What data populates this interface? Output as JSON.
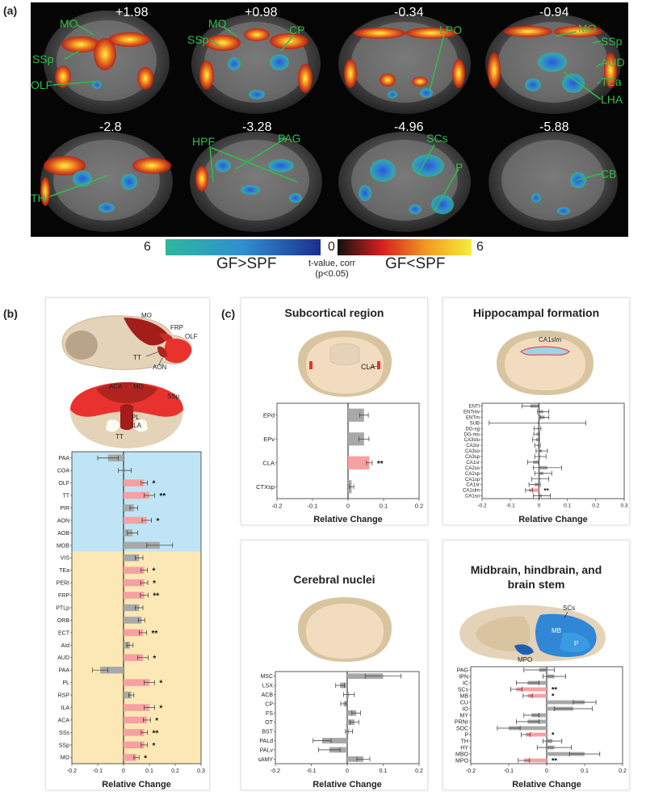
{
  "panel_labels": {
    "a": "(a)",
    "b": "(b)",
    "c": "(c)"
  },
  "mri": {
    "rows": [
      [
        {
          "coord": "+1.98",
          "labels": [
            "MO",
            "SSp",
            "OLF"
          ]
        },
        {
          "coord": "+0.98",
          "labels": [
            "SSp",
            "MO",
            "CP"
          ]
        },
        {
          "coord": "-0.34",
          "labels": [
            "LPO"
          ]
        },
        {
          "coord": "-0.94",
          "labels": [
            "MO",
            "SSp",
            "AUD",
            "TEa",
            "LHA"
          ]
        }
      ],
      [
        {
          "coord": "-2.8",
          "labels": [
            "TH"
          ]
        },
        {
          "coord": "-3.28",
          "labels": [
            "HPF",
            "PAG"
          ]
        },
        {
          "coord": "-4.96",
          "labels": [
            "SCs",
            "P"
          ]
        },
        {
          "coord": "-5.88",
          "labels": [
            "CB"
          ]
        }
      ]
    ],
    "colorbar": {
      "left_max": "6",
      "center": "0",
      "right_max": "6",
      "left_label": "GF>SPF",
      "right_label": "GF<SPF",
      "caption_line1": "t-value, corr",
      "caption_line2": "(p<0.05)",
      "colors": {
        "cool_start": "#2bb8a0",
        "cool_end": "#1b2f8f",
        "warm_start": "#111111",
        "warm_mid": "#d81f1f",
        "warm_end": "#f5ee3a"
      }
    }
  },
  "colors": {
    "significant_bar": "#f6a0a2",
    "neutral_bar": "#a8a8a8",
    "olfactory_bg": "#bfe4f5",
    "cortical_bg": "#fbe8b5",
    "highlight_region": "#e8322e"
  },
  "panel_b": {
    "sagittal_labels": [
      "MO",
      "FRP",
      "OLF",
      "TT",
      "AON"
    ],
    "coronal_labels": [
      "ACA",
      "MO",
      "SSp",
      "PL",
      "ILA",
      "TT"
    ],
    "xlabel": "Relative Change"
  },
  "panel_c": {
    "titles": {
      "subcortical": "Subcortical region",
      "hippocampal": "Hippocampal formation",
      "cerebral": "Cerebral nuclei",
      "midbrain_line1": "Midbrain, hindbrain, and",
      "midbrain_line2": "brain stem"
    },
    "subcortical_label": "CLA",
    "hippocampal_label": "CA1slm",
    "midbrain_labels": [
      "SCs",
      "MB",
      "P",
      "MPO"
    ],
    "xlabel": "Relative Change"
  },
  "chart_data": [
    {
      "id": "b",
      "type": "bar",
      "orientation": "horizontal",
      "xlim": [
        -0.2,
        0.3
      ],
      "xticks": [
        "-0.2",
        "-0.1",
        "0",
        "0.1",
        "0.2",
        "0.3"
      ],
      "xlabel": "Relative Change",
      "categories": [
        "PAA",
        "COA",
        "OLF",
        "TT",
        "PIR",
        "AON",
        "AOB",
        "MOB",
        "VIS",
        "TEa",
        "PERI",
        "FRP",
        "PTLp",
        "ORB",
        "ECT",
        "AId",
        "AUD",
        "PAA",
        "PL",
        "RSP",
        "ILA",
        "ACA",
        "SSs",
        "SSp",
        "MO"
      ],
      "values": [
        -0.06,
        0.005,
        0.08,
        0.1,
        0.04,
        0.09,
        0.035,
        0.14,
        0.06,
        0.08,
        0.08,
        0.08,
        0.06,
        0.07,
        0.075,
        0.025,
        0.075,
        -0.09,
        0.1,
        0.03,
        0.1,
        0.09,
        0.08,
        0.08,
        0.05
      ],
      "errors": [
        0.04,
        0.025,
        0.012,
        0.02,
        0.015,
        0.018,
        0.02,
        0.05,
        0.015,
        0.012,
        0.014,
        0.015,
        0.015,
        0.012,
        0.014,
        0.012,
        0.02,
        0.03,
        0.02,
        0.01,
        0.02,
        0.014,
        0.012,
        0.012,
        0.01
      ],
      "significance": [
        "",
        "",
        "*",
        "**",
        "",
        "*",
        "",
        "",
        "",
        "*",
        "*",
        "**",
        "",
        "",
        "**",
        "",
        "*",
        "",
        "*",
        "",
        "*",
        "*",
        "**",
        "*",
        "*"
      ],
      "highlighted": [
        false,
        false,
        true,
        true,
        false,
        true,
        false,
        false,
        false,
        true,
        true,
        true,
        false,
        false,
        true,
        false,
        true,
        false,
        true,
        false,
        true,
        true,
        true,
        true,
        true
      ]
    },
    {
      "id": "c-subcortical",
      "type": "bar",
      "orientation": "horizontal",
      "xlim": [
        -0.2,
        0.2
      ],
      "xticks": [
        "-0.2",
        "-0.1",
        "0",
        "0.1",
        "0.2"
      ],
      "xlabel": "Relative Change",
      "categories": [
        "EPd",
        "EPv",
        "CLA",
        "CTXsp"
      ],
      "values": [
        0.045,
        0.045,
        0.06,
        0.01
      ],
      "errors": [
        0.012,
        0.014,
        0.008,
        0.006
      ],
      "significance": [
        "",
        "",
        "**",
        ""
      ],
      "highlighted": [
        false,
        false,
        true,
        false
      ]
    },
    {
      "id": "c-hippocampal",
      "type": "bar",
      "orientation": "horizontal",
      "xlim": [
        -0.2,
        0.3
      ],
      "xticks": [
        "-0.2",
        "-0.1",
        "0",
        "0.1",
        "0.2",
        "0.3"
      ],
      "xlabel": "Relative Change",
      "categories": [
        "ENTl",
        "ENTmv",
        "ENTm",
        "SUB",
        "DG-sg",
        "DG-mo",
        "CA3slu",
        "CA3sr",
        "CA3so",
        "CA3sp",
        "CA1sr",
        "CA2so",
        "CA2sp",
        "CA1sp",
        "CA1sr",
        "CA1slm",
        "CA1so"
      ],
      "values": [
        -0.03,
        0.015,
        0.02,
        -0.005,
        -0.005,
        -0.008,
        -0.01,
        -0.005,
        0.01,
        0.005,
        -0.02,
        0.03,
        0.015,
        0.005,
        -0.015,
        -0.035,
        0.01
      ],
      "errors": [
        0.03,
        0.02,
        0.015,
        0.17,
        0.012,
        0.01,
        0.012,
        0.01,
        0.02,
        0.02,
        0.02,
        0.05,
        0.03,
        0.03,
        0.02,
        0.012,
        0.03
      ],
      "significance": [
        "",
        "",
        "",
        "",
        "",
        "",
        "",
        "",
        "",
        "",
        "",
        "",
        "",
        "",
        "",
        "**",
        ""
      ],
      "highlighted": [
        false,
        false,
        false,
        false,
        false,
        false,
        false,
        false,
        false,
        false,
        false,
        false,
        false,
        false,
        false,
        true,
        false
      ]
    },
    {
      "id": "c-cerebral",
      "type": "bar",
      "orientation": "horizontal",
      "xlim": [
        -0.2,
        0.2
      ],
      "xticks": [
        "-0.2",
        "-0.1",
        "0",
        "0.1",
        "0.2"
      ],
      "xlabel": "Relative Change",
      "categories": [
        "MSC",
        "LSX",
        "ACB",
        "CP",
        "FS",
        "OT",
        "BST",
        "PALd",
        "PALv",
        "sAMY"
      ],
      "values": [
        0.1,
        -0.02,
        0.005,
        -0.01,
        0.025,
        0.02,
        0.005,
        -0.07,
        -0.05,
        0.045
      ],
      "errors": [
        0.05,
        0.012,
        0.015,
        0.008,
        0.012,
        0.012,
        0.01,
        0.025,
        0.03,
        0.018
      ],
      "significance": [
        "",
        "",
        "",
        "",
        "",
        "",
        "",
        "",
        "",
        ""
      ],
      "highlighted": [
        false,
        false,
        false,
        false,
        false,
        false,
        false,
        false,
        false,
        false
      ]
    },
    {
      "id": "c-midbrain",
      "type": "bar",
      "orientation": "horizontal",
      "xlim": [
        -0.2,
        0.2
      ],
      "xticks": [
        "-0.2",
        "-0.1",
        "0",
        "0.1",
        "0.2"
      ],
      "xlabel": "Relative Change",
      "categories": [
        "PAG",
        "IPN",
        "IC",
        "SCs",
        "MB",
        "CU",
        "IO",
        "MY",
        "PRNr",
        "SOC",
        "P",
        "TH",
        "HY",
        "MBO",
        "MPO"
      ],
      "values": [
        -0.02,
        0.02,
        -0.05,
        -0.08,
        -0.05,
        0.1,
        0.07,
        -0.04,
        -0.05,
        -0.1,
        -0.055,
        0.015,
        0.02,
        0.1,
        -0.06
      ],
      "errors": [
        0.04,
        0.03,
        0.03,
        0.015,
        0.012,
        0.03,
        0.05,
        0.02,
        0.03,
        0.03,
        0.012,
        0.025,
        0.045,
        0.04,
        0.015
      ],
      "significance": [
        "",
        "",
        "",
        "**",
        "*",
        "",
        "",
        "",
        "",
        "",
        "*",
        "",
        "",
        "",
        "**"
      ],
      "highlighted": [
        false,
        false,
        false,
        true,
        true,
        false,
        false,
        false,
        false,
        false,
        true,
        false,
        false,
        false,
        true
      ]
    }
  ]
}
